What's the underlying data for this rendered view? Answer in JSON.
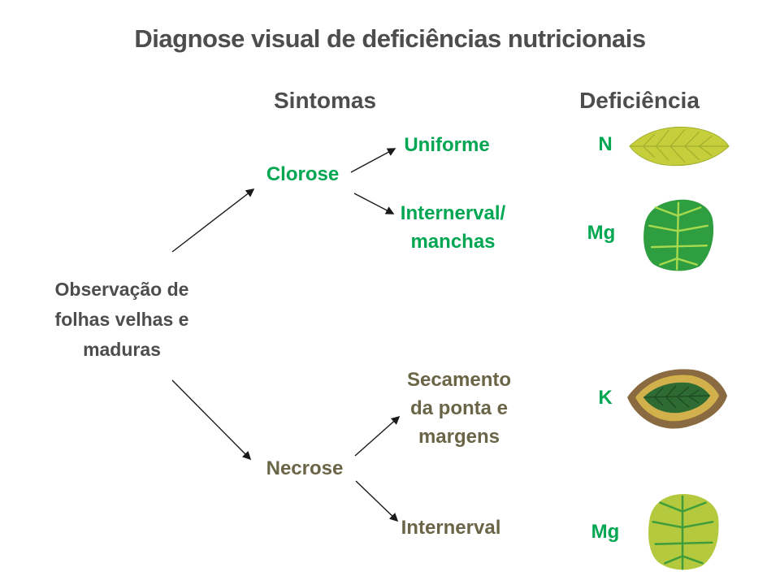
{
  "title": "Diagnose visual de deficiências nutricionais",
  "columns": {
    "symptoms": "Sintomas",
    "deficiency": "Deficiência"
  },
  "root": "Observação de folhas velhas e maduras",
  "nodes": {
    "clorose": "Clorose",
    "necrose": "Necrose",
    "uniforme": "Uniforme",
    "internerval_manchas": "Internerval/ manchas",
    "secamento": "Secamento da ponta e margens",
    "internerval": "Internerval"
  },
  "deficiencies": {
    "nitrogen": "N",
    "magnesium_1": "Mg",
    "potassium": "K",
    "magnesium_2": "Mg"
  },
  "leaves": {
    "nitrogen": "uniform-yellow-green-leaf",
    "magnesium_1": "green-leaf-with-light-interveinal-chlorosis",
    "potassium": "leaf-with-dry-brown-tip-and-margins",
    "magnesium_2": "yellowing-leaf-with-green-veins"
  },
  "colors": {
    "green": "#00A651",
    "olive": "#6B6547",
    "gray": "#4D4D4F",
    "arrow": "#1A1A1A",
    "background": "#FFFFFF"
  }
}
